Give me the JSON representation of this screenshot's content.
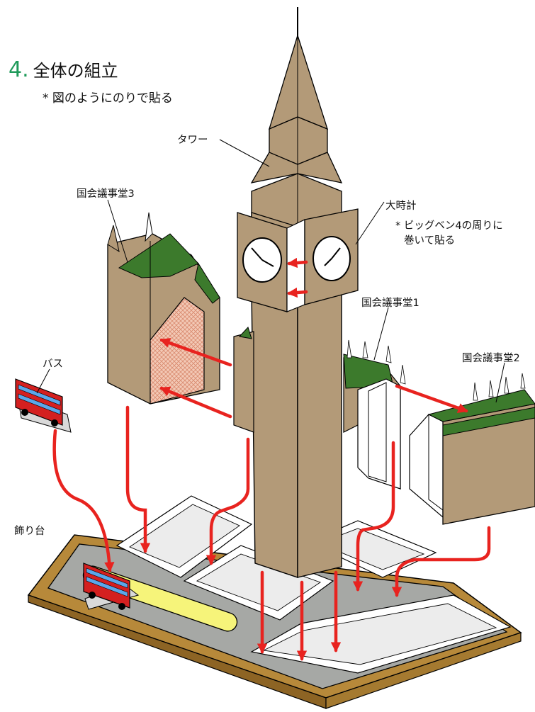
{
  "instruction": {
    "step_number": "4.",
    "title": "全体の組立",
    "note": "* 図のようにのりで貼る"
  },
  "labels": {
    "tower": "タワー",
    "parliament3": "国会議事堂3",
    "big_clock": "大時計",
    "big_clock_note_line1": "* ビッグベン4の周りに",
    "big_clock_note_line2": "巻いて貼る",
    "parliament1": "国会議事堂1",
    "parliament2": "国会議事堂2",
    "bus": "バス",
    "stand": "飾り台"
  },
  "colors": {
    "stone": "#b39a78",
    "roof": "#3c7a2c",
    "arrow": "#e8231f",
    "base_top": "#a6a8a5",
    "base_side": "#b7893a",
    "plaque": "#f6f47a",
    "bus": "#d42020",
    "step_number": "#1f9a5a"
  }
}
